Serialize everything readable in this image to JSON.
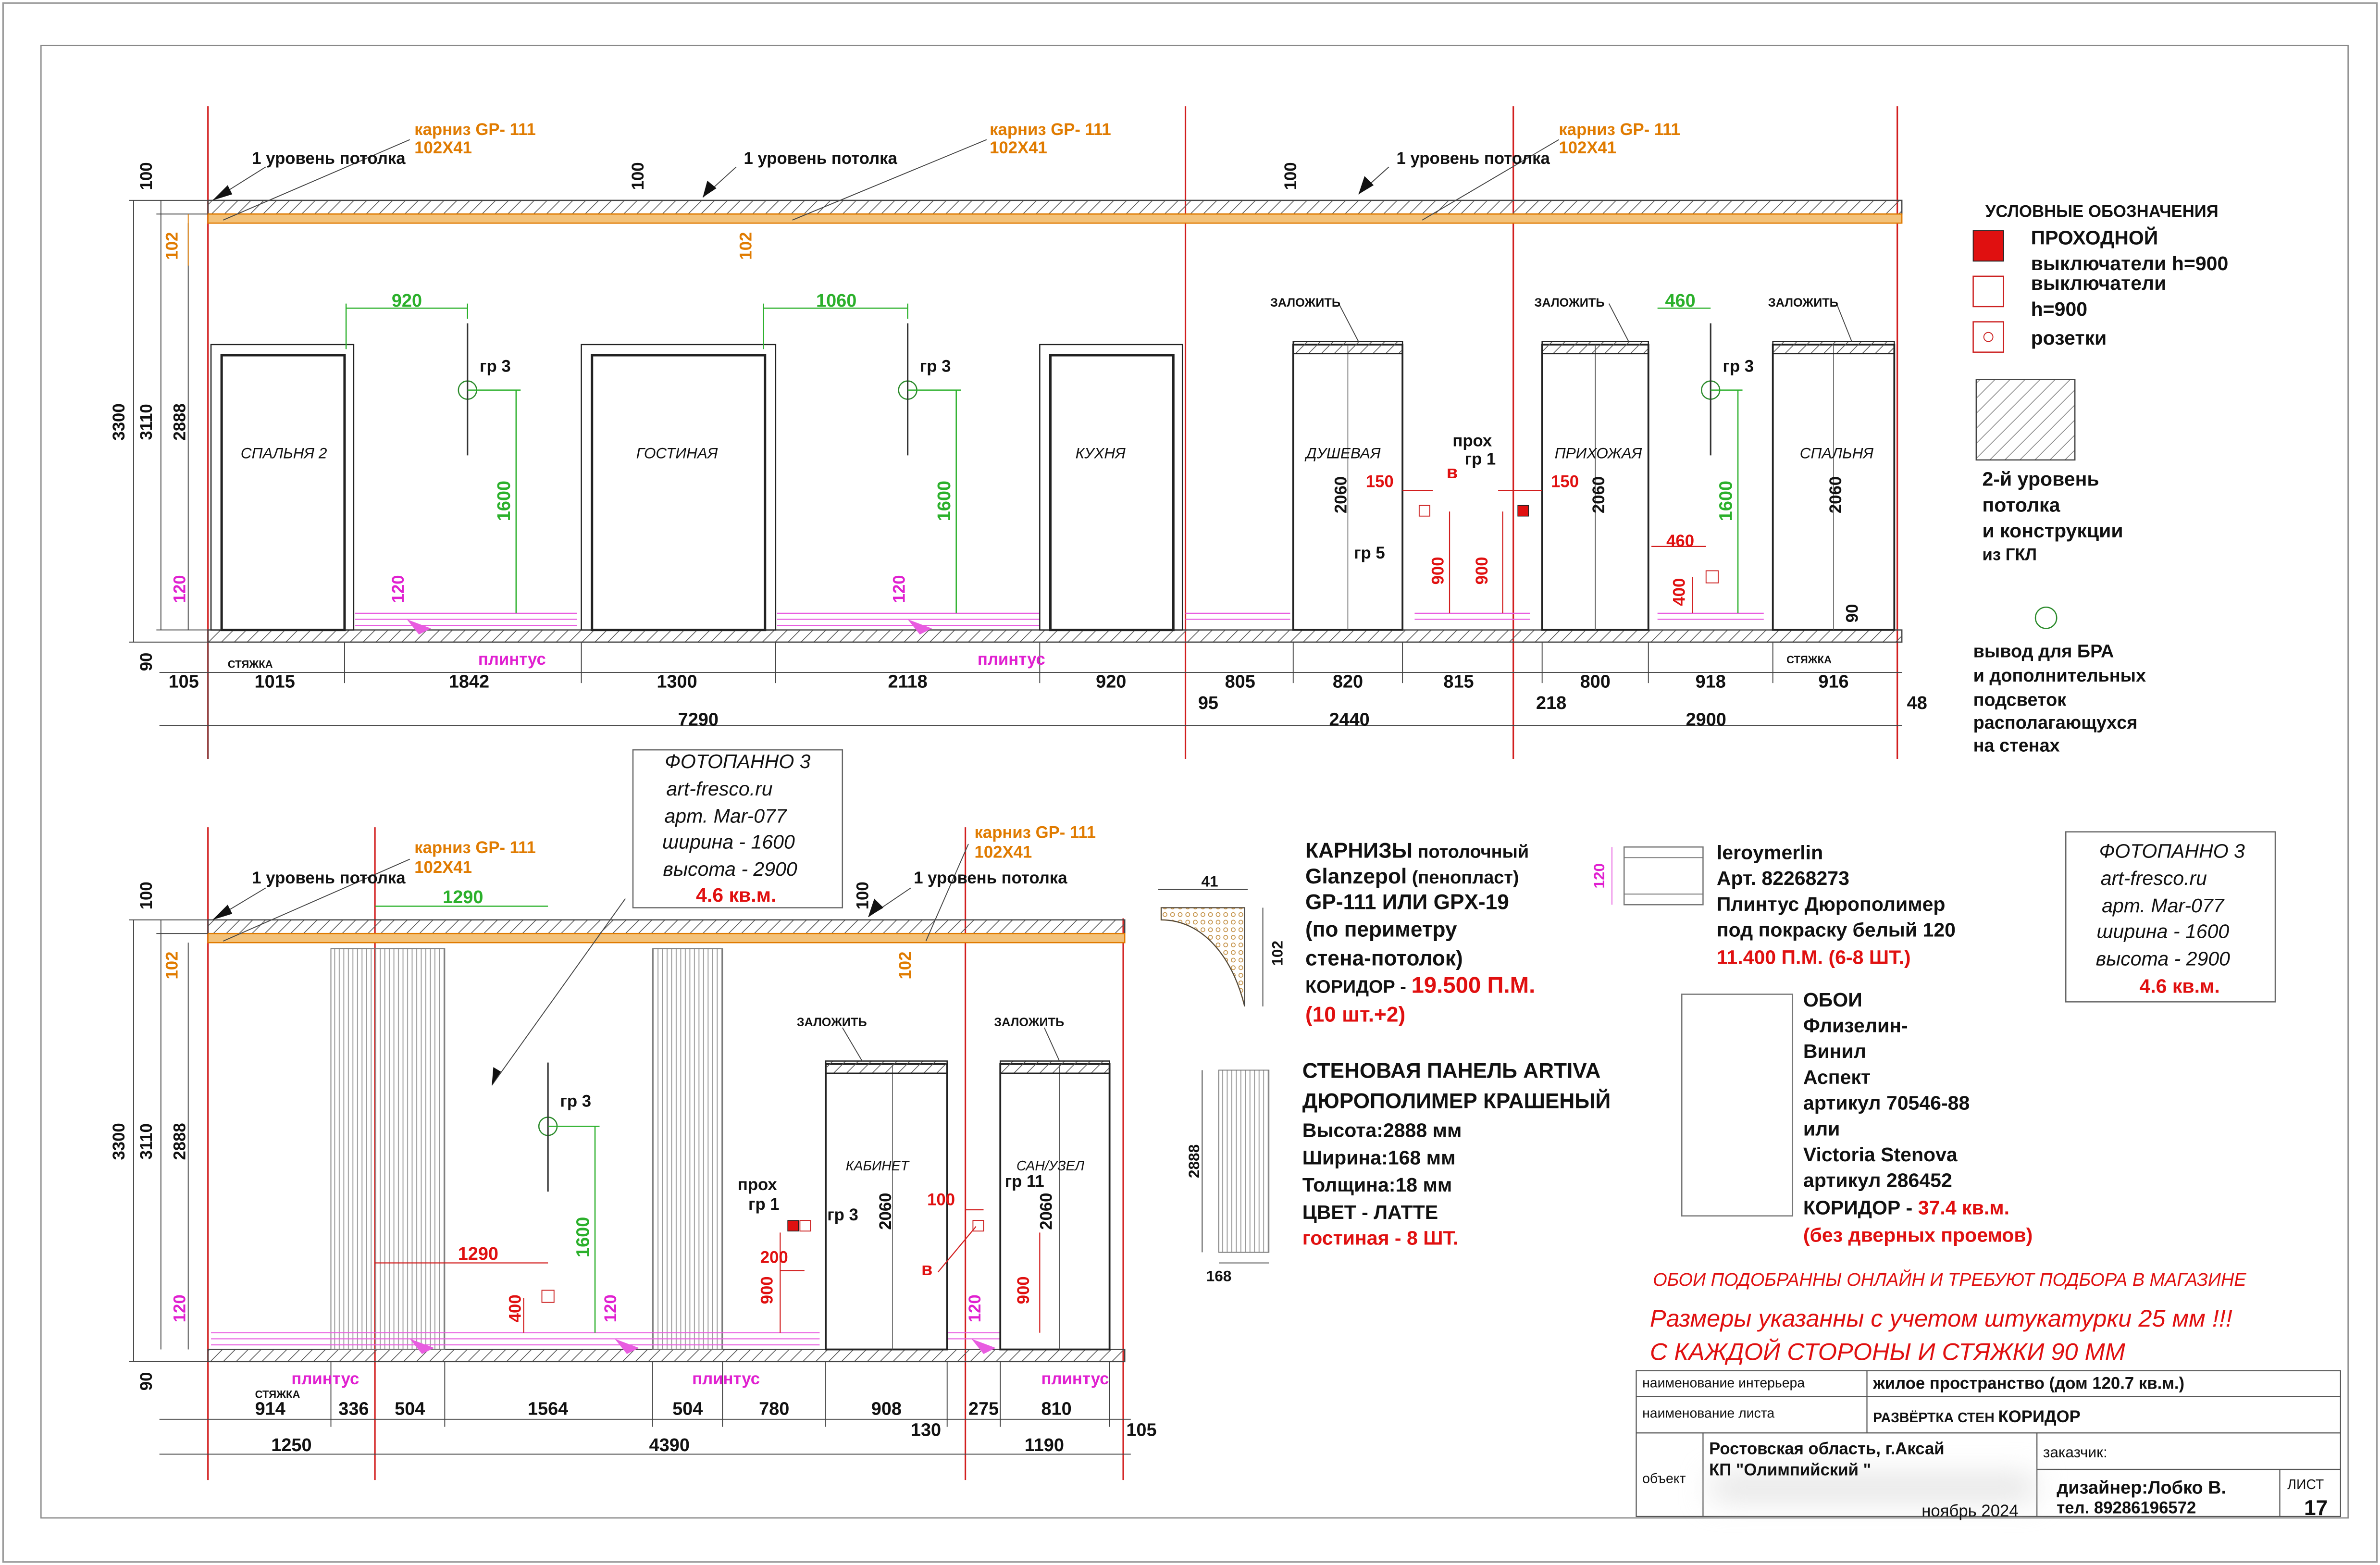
{
  "top": {
    "ceiling_level": "1 уровень потолка",
    "cornice_note_line1": "карниз GP- 111",
    "cornice_note_line2": "102X41",
    "rooms": [
      "СПАЛЬНЯ 2",
      "ГОСТИНАЯ",
      "КУХНЯ",
      "ДУШЕВАЯ",
      "ПРИХОЖАЯ",
      "СПАЛЬНЯ"
    ],
    "seal_label": "ЗАЛОЖИТЬ",
    "plinth_label": "плинтус",
    "screed_label": "СТЯЖКА",
    "group_labels": [
      "гр 3",
      "гр 5",
      "гр 1"
    ],
    "pass_label": "прох",
    "switch_letter": "в",
    "green_dims": [
      "920",
      "1060",
      "460",
      "1600"
    ],
    "red_dims": [
      "150",
      "900",
      "460",
      "400"
    ],
    "magenta_dim": "120",
    "orange_dim": "102",
    "vertical_dims": [
      "3300",
      "3110",
      "2888",
      "100",
      "90",
      "2060"
    ],
    "bottom_dims": [
      "105",
      "1015",
      "1842",
      "1300",
      "2118",
      "920",
      "805",
      "820",
      "815",
      "800",
      "918",
      "916"
    ],
    "total_dims": [
      "7290",
      "95",
      "2440",
      "218",
      "2900",
      "48"
    ]
  },
  "bottom": {
    "rooms": [
      "КАБИНЕТ",
      "САН/УЗЕЛ"
    ],
    "group_labels": [
      "гр 3",
      "гр 1",
      "гр 11"
    ],
    "green_dims": [
      "1290",
      "1600"
    ],
    "red_dims": [
      "1290",
      "400",
      "200",
      "900",
      "100"
    ],
    "bottom_dims": [
      "914",
      "336",
      "504",
      "1564",
      "504",
      "780",
      "908",
      "130",
      "275",
      "810",
      "105"
    ],
    "total_dims": [
      "1250",
      "4390",
      "1190"
    ]
  },
  "photopanel": {
    "title": "ФОТОПАННО 3",
    "site": "art-fresco.ru",
    "article": "арт. Mar-077",
    "width": "ширина - 1600",
    "height": "высота - 2900",
    "area": "4.6 кв.м."
  },
  "legend": {
    "title": "УСЛОВНЫЕ ОБОЗНАЧЕНИЯ",
    "pass_switch_title": "ПРОХОДНОЙ",
    "pass_switch_desc": "выключатели h=900",
    "switch_desc_1": "выключатели",
    "switch_desc_2": "h=900",
    "socket_desc": "розетки",
    "gkl_desc": [
      "2-й уровень",
      "потолка",
      "и конструкции",
      "из ГКЛ"
    ],
    "sconce_desc": [
      "вывод для БРА",
      "и дополнительных",
      "подсветок",
      "располагающуxся",
      "на стенах"
    ]
  },
  "cornice_spec": {
    "line1_a": "КАРНИЗЫ",
    "line1_b": " потолочный",
    "line2_a": "Glanzepol",
    "line2_b": " (пенопласт)",
    "line3": "GP-111 ИЛИ GPX-19",
    "line4": "(по периметру",
    "line5": "стена-потолок)",
    "line6_a": "КОРИДОР - ",
    "line6_b": "19.500 П.М.",
    "line7": "(10 шт.+2)",
    "dim_w": "41",
    "dim_h": "102"
  },
  "plinth_spec": {
    "line1": "leroymerlin",
    "line2": "Арт. 82268273",
    "line3": "Плинтус  Дюрополимер",
    "line4": "под покраску белый 120",
    "line5": "11.400 П.М. (6-8 ШТ.)",
    "dim": "120"
  },
  "panel_spec": {
    "line1": "СТЕНОВАЯ ПАНЕЛЬ ARTIVA",
    "line2": "ДЮРОПОЛИМЕР КРАШЕНЫЙ",
    "line3": "Высота:2888 мм",
    "line4": "Ширина:168 мм",
    "line5": "Толщина:18 мм",
    "line6": "ЦВЕТ - ЛАТТЕ",
    "line7": "гостиная  - 8 ШТ.",
    "dim_h": "2888",
    "dim_w": "168"
  },
  "wallpaper_spec": {
    "lines": [
      "ОБОИ",
      "Флизелин-",
      "Винил",
      "Аспект",
      "артикул 70546-88",
      "или",
      "Victoria Stenova",
      "артикул 286452"
    ],
    "area_a": "КОРИДОР - ",
    "area_b": "37.4 кв.м.",
    "note": "(без дверных проемов)"
  },
  "notes": {
    "online": "ОБОИ ПОДОБРАННЫ ОНЛАЙН И ТРЕБУЮТ ПОДБОРА В МАГАЗИНЕ",
    "sizes_1": "Размеры указанны  с учетом штукатурки 25 мм !!!",
    "sizes_2": "С КАЖДОЙ СТОРОНЫ  И СТЯЖКИ 90 ММ"
  },
  "title_block": {
    "interior_label": "наименование интерьера",
    "interior_value": "жилое пространство (дом 120.7 кв.м.)",
    "sheet_label": "наименование листа",
    "sheet_value_a": "РАЗВЁРТКА СТЕН ",
    "sheet_value_b": "КОРИДОР",
    "object_label": "объект",
    "object_line1": "Ростовская область, г.Аксай",
    "object_line2": "КП \"Олимпийский \"",
    "customer_label": "заказчик:",
    "designer": "дизайнер:Лобко В.",
    "phone": "тел. 89286196572",
    "date": "ноябрь 2024",
    "sheet_no_label": "ЛИСТ",
    "sheet_no": "17"
  },
  "colors": {
    "grid_red": "#d21e1e",
    "cornice_orange": "#e07b00",
    "dim_green": "#2bb02b",
    "plinth_magenta": "#e85de0",
    "accent_red": "#e01010"
  }
}
